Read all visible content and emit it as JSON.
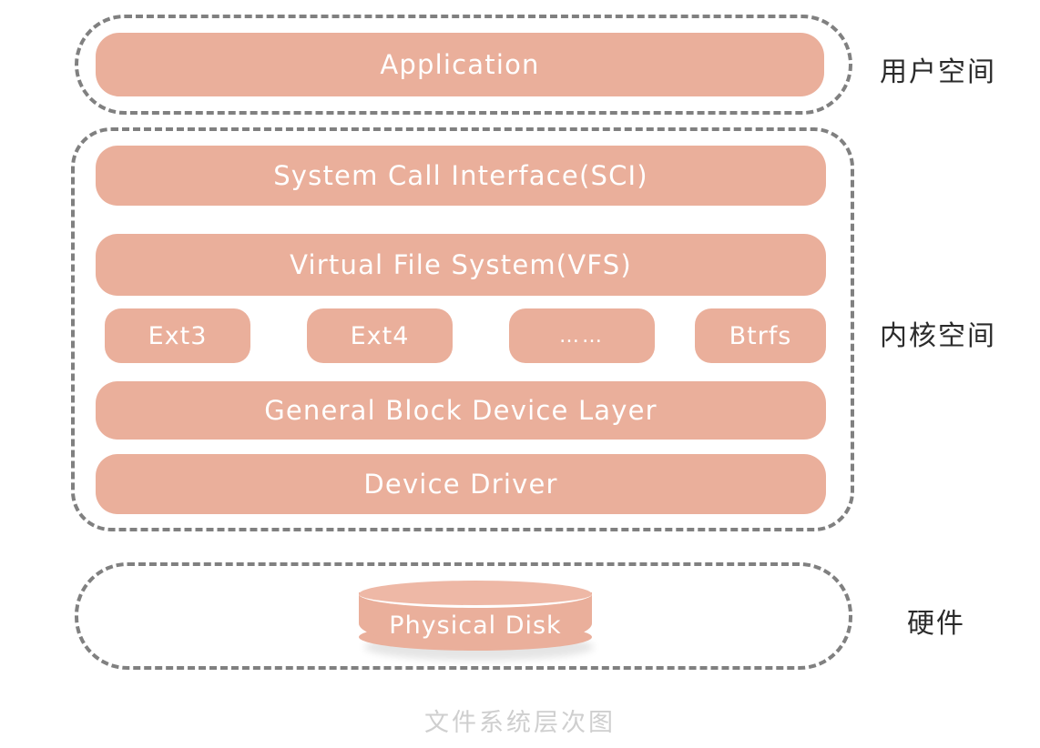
{
  "diagram": {
    "caption": "文件系统层次图",
    "colors": {
      "box_fill": "#eaaf9b",
      "box_text": "#ffffff",
      "zone_border": "#808080",
      "caption_text": "#cfcfcf",
      "zone_label_text": "#2b2b2b",
      "disk_top_fill": "#eeb8a6",
      "background": "#ffffff"
    },
    "zones": [
      {
        "id": "user-space",
        "label": "用户空间",
        "boxes": [
          {
            "id": "application",
            "label": "Application"
          }
        ]
      },
      {
        "id": "kernel-space",
        "label": "内核空间",
        "boxes": [
          {
            "id": "sci",
            "label": "System Call Interface(SCI)"
          },
          {
            "id": "vfs",
            "label": "Virtual File System(VFS)"
          },
          {
            "id": "general-block-device-layer",
            "label": "General Block Device Layer"
          },
          {
            "id": "device-driver",
            "label": "Device Driver"
          }
        ],
        "filesystems": [
          {
            "id": "ext3",
            "label": "Ext3"
          },
          {
            "id": "ext4",
            "label": "Ext4"
          },
          {
            "id": "more",
            "label": "……"
          },
          {
            "id": "btrfs",
            "label": "Btrfs"
          }
        ]
      },
      {
        "id": "hardware",
        "label": "硬件",
        "boxes": [
          {
            "id": "physical-disk",
            "label": "Physical Disk"
          }
        ]
      }
    ]
  }
}
